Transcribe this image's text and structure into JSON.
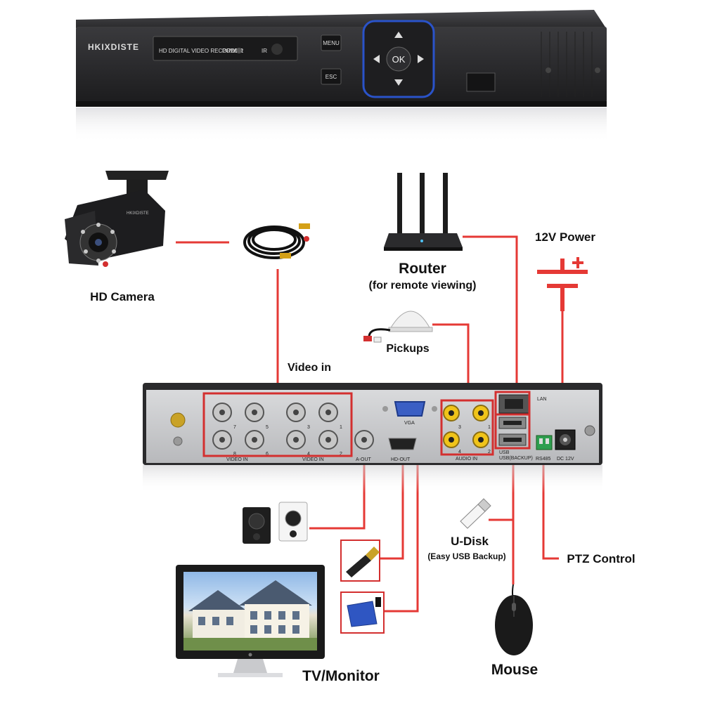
{
  "dvr_front": {
    "brand": "HKIXDISTE",
    "display_text": "HD DIGITAL VIDEO RECORDER",
    "power_label": "POWER",
    "ir_label": "IR",
    "menu_label": "MENU",
    "esc_label": "ESC",
    "ok_label": "OK"
  },
  "labels": {
    "camera": "HD Camera",
    "router": "Router",
    "router_sub": "(for remote viewing)",
    "power": "12V Power",
    "pickups": "Pickups",
    "video_in": "Video in",
    "udisk": "U-Disk",
    "udisk_sub": "(Easy USB Backup)",
    "ptz": "PTZ Control",
    "tv": "TV/Monitor",
    "mouse": "Mouse"
  },
  "rear_panel": {
    "video_in_label": "VIDEO IN",
    "bnc_numbers_left": [
      "7",
      "5",
      "8",
      "6"
    ],
    "bnc_numbers_right": [
      "3",
      "1",
      "4",
      "2"
    ],
    "aout_label": "A-OUT",
    "vga_label": "VGA",
    "hdout_label": "HD-OUT",
    "audio_in_label": "AUDIO IN",
    "rca_numbers": [
      "3",
      "1",
      "4",
      "2"
    ],
    "lan_label": "LAN",
    "usb_label": "USB",
    "usb_backup_label": "USB(BACKUP)",
    "rs485_label": "RS485",
    "dc_label": "DC 12V"
  },
  "colors": {
    "wire": "#e53935",
    "highlight_box": "#d32f2f",
    "dvr_body": "#2b2b2d",
    "nav_ring": "#2a53c9"
  }
}
